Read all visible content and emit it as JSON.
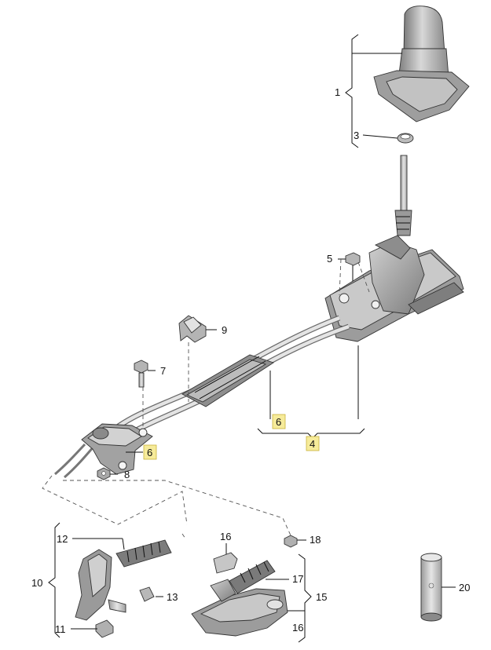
{
  "callouts": {
    "c1": "1",
    "c3": "3",
    "c5": "5",
    "c9": "9",
    "c7": "7",
    "c6a": "6",
    "c4": "4",
    "c6b": "6",
    "c8": "8",
    "c12": "12",
    "c10": "10",
    "c11": "11",
    "c13": "13",
    "c16a": "16",
    "c18": "18",
    "c17": "17",
    "c15": "15",
    "c16b": "16",
    "c20": "20"
  },
  "colors": {
    "highlight_fill": "#f6eb9a",
    "highlight_border": "#c9b23a",
    "part_light": "#d6d6d6",
    "part_mid": "#a8a8a8",
    "part_dark": "#6e6e6e"
  }
}
